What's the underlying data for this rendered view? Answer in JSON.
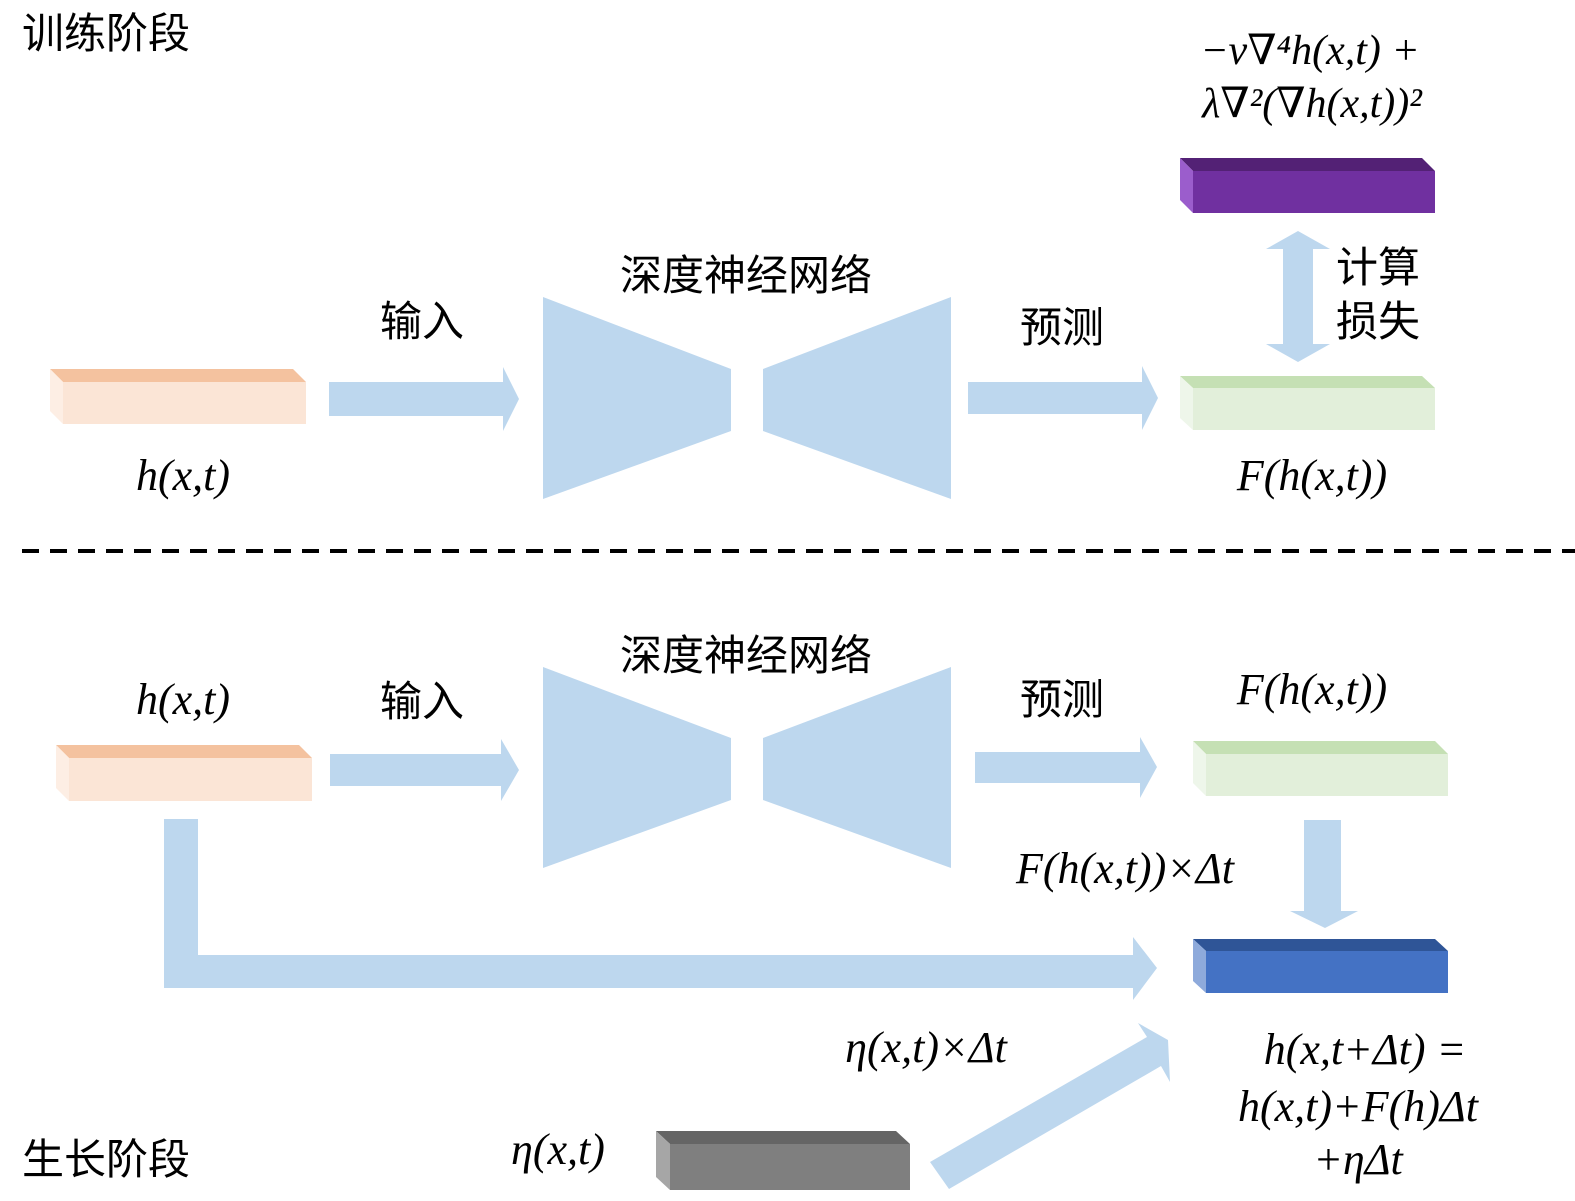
{
  "colors": {
    "arrow": "#bdd7ee",
    "input_front": "#fbe5d6",
    "input_top": "#f4c29f",
    "input_side": "#fdeee4",
    "pred_front": "#e2efda",
    "pred_top": "#c5e0b4",
    "pred_side": "#eef6ea",
    "target_front": "#7030a0",
    "target_top": "#532175",
    "target_side": "#9b5dcc",
    "result_front": "#4472c4",
    "result_top": "#2f5597",
    "result_side": "#8eaadb",
    "noise_front": "#7f7f7f",
    "noise_top": "#656565",
    "noise_side": "#a6a6a6",
    "divider": "#000000"
  },
  "training": {
    "stage_title": "训练阶段",
    "input_label": "输入",
    "network_label": "深度神经网络",
    "predict_label": "预测",
    "loss_label_line1": "计算",
    "loss_label_line2": "损失",
    "input_var": "h(x,t)",
    "prediction_var": "F(h(x,t))",
    "target_formula_line1": "−ν∇⁴h(x,t) +",
    "target_formula_line2": "λ∇²(∇h(x,t))²"
  },
  "growth": {
    "stage_title": "生长阶段",
    "input_label": "输入",
    "network_label": "深度神经网络",
    "predict_label": "预测",
    "input_var": "h(x,t)",
    "prediction_var": "F(h(x,t))",
    "scaled_prediction": "F(h(x,t))×Δt",
    "noise_var": "η(x,t)",
    "scaled_noise": "η(x,t)×Δt",
    "update_line1": "h(x,t+Δt) =",
    "update_line2": "h(x,t)+F(h)Δt",
    "update_line3": "+ηΔt"
  }
}
